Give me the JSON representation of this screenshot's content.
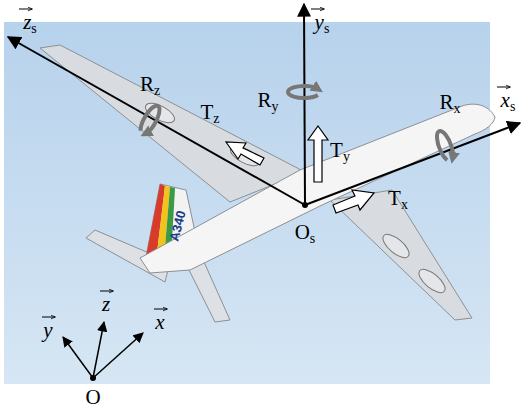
{
  "diagram": {
    "labels": [
      "zs",
      "Rz",
      "Tz",
      "Ry",
      "ys",
      "Ty",
      "Rx",
      "xs",
      "Tx",
      "Os",
      "A340",
      "y",
      "z",
      "x",
      "O"
    ]
  }
}
